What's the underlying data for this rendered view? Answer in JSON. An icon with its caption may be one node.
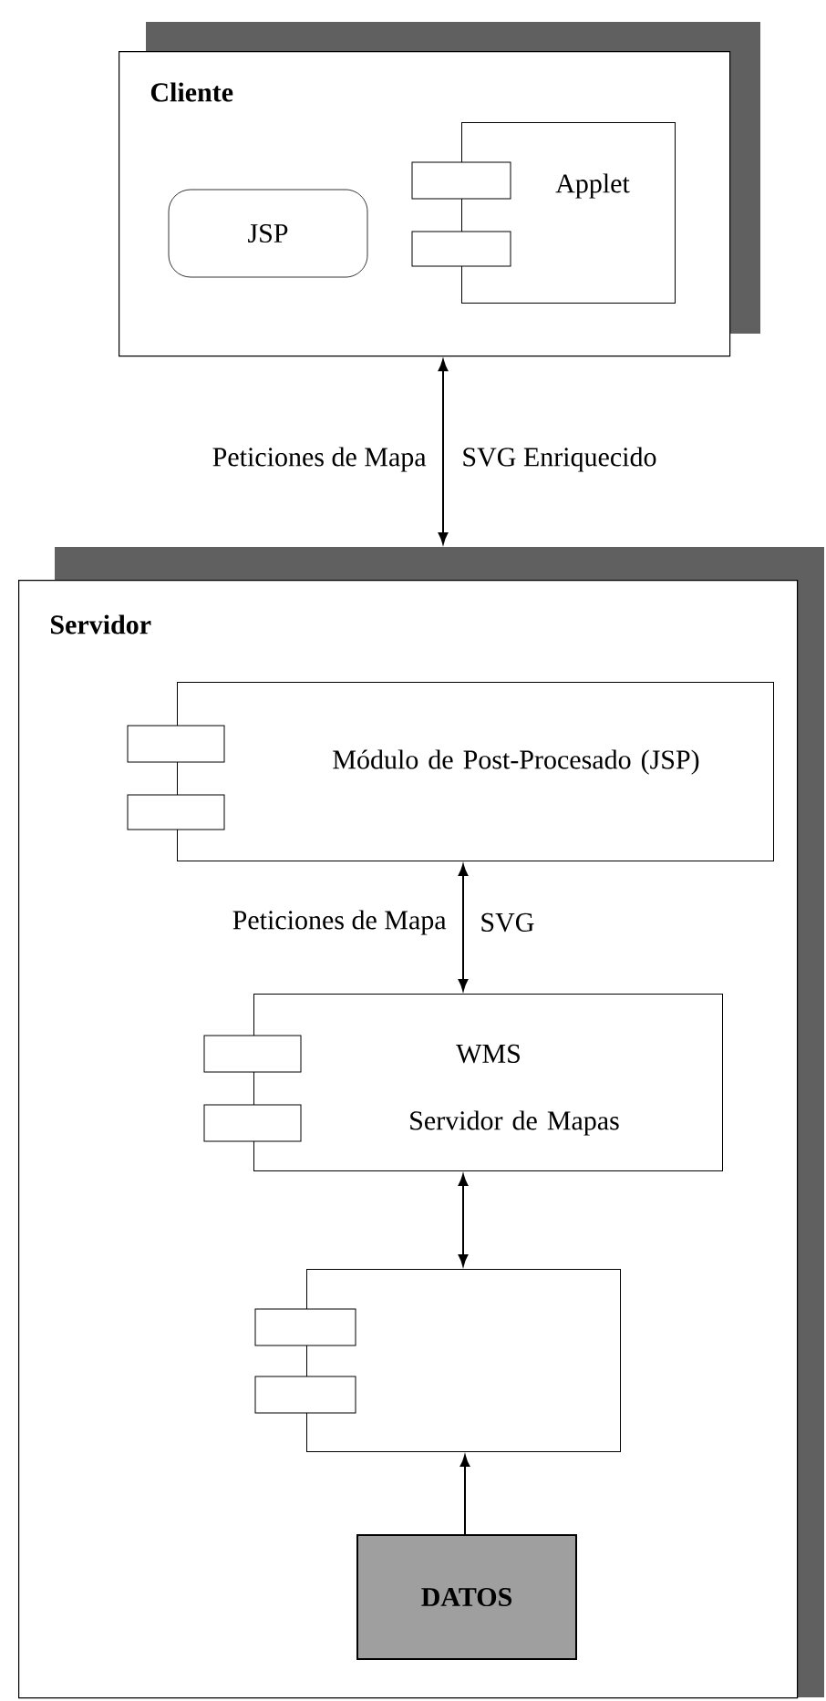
{
  "diagram": {
    "nodes": [
      {
        "text": [
          "Cliente"
        ]
      },
      {
        "text": [
          "JSP"
        ],
        "in": 0
      },
      {
        "text": [
          "Applet"
        ],
        "in": 0
      },
      {
        "text": [
          "Servidor"
        ]
      },
      {
        "text": [
          "Módulo de Post-Procesado (JSP)"
        ],
        "in": 3
      },
      {
        "text": [
          "WMS",
          "Servidor de Mapas"
        ],
        "in": 3
      },
      {
        "text": [],
        "shape": "box",
        "in": 3
      },
      {
        "text": [
          "DATOS"
        ],
        "in": 3
      }
    ],
    "edges": [
      {
        "from": 0,
        "to": 3,
        "arrow": "both",
        "label": "Peticiones de Mapa"
      },
      {
        "from": 4,
        "to": 5,
        "arrow": "both",
        "label": "Peticiones de Mapa"
      },
      {
        "from": 5,
        "to": 6,
        "arrow": "both"
      },
      {
        "from": 7,
        "to": 6,
        "arrow": "to"
      }
    ],
    "labels": [
      "SVG Enriquecido",
      "SVG"
    ]
  }
}
